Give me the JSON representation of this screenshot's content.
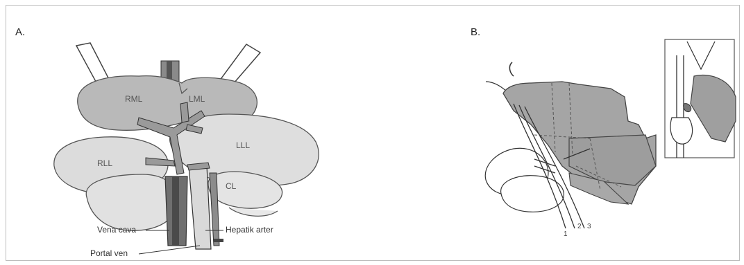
{
  "figure": {
    "panels": [
      {
        "id": "A",
        "label": "A."
      },
      {
        "id": "B",
        "label": "B."
      }
    ],
    "panel_a": {
      "lobes": {
        "rml": "RML",
        "lml": "LML",
        "lll": "LLL",
        "rll": "RLL",
        "cl": "CL"
      },
      "annotations": {
        "vena_cava": "Vena cava",
        "hepatik_arter": "Hepatik arter",
        "portal_ven": "Portal ven"
      }
    },
    "panel_b": {
      "vessel_numbers": [
        "1",
        "2",
        "3"
      ]
    }
  }
}
